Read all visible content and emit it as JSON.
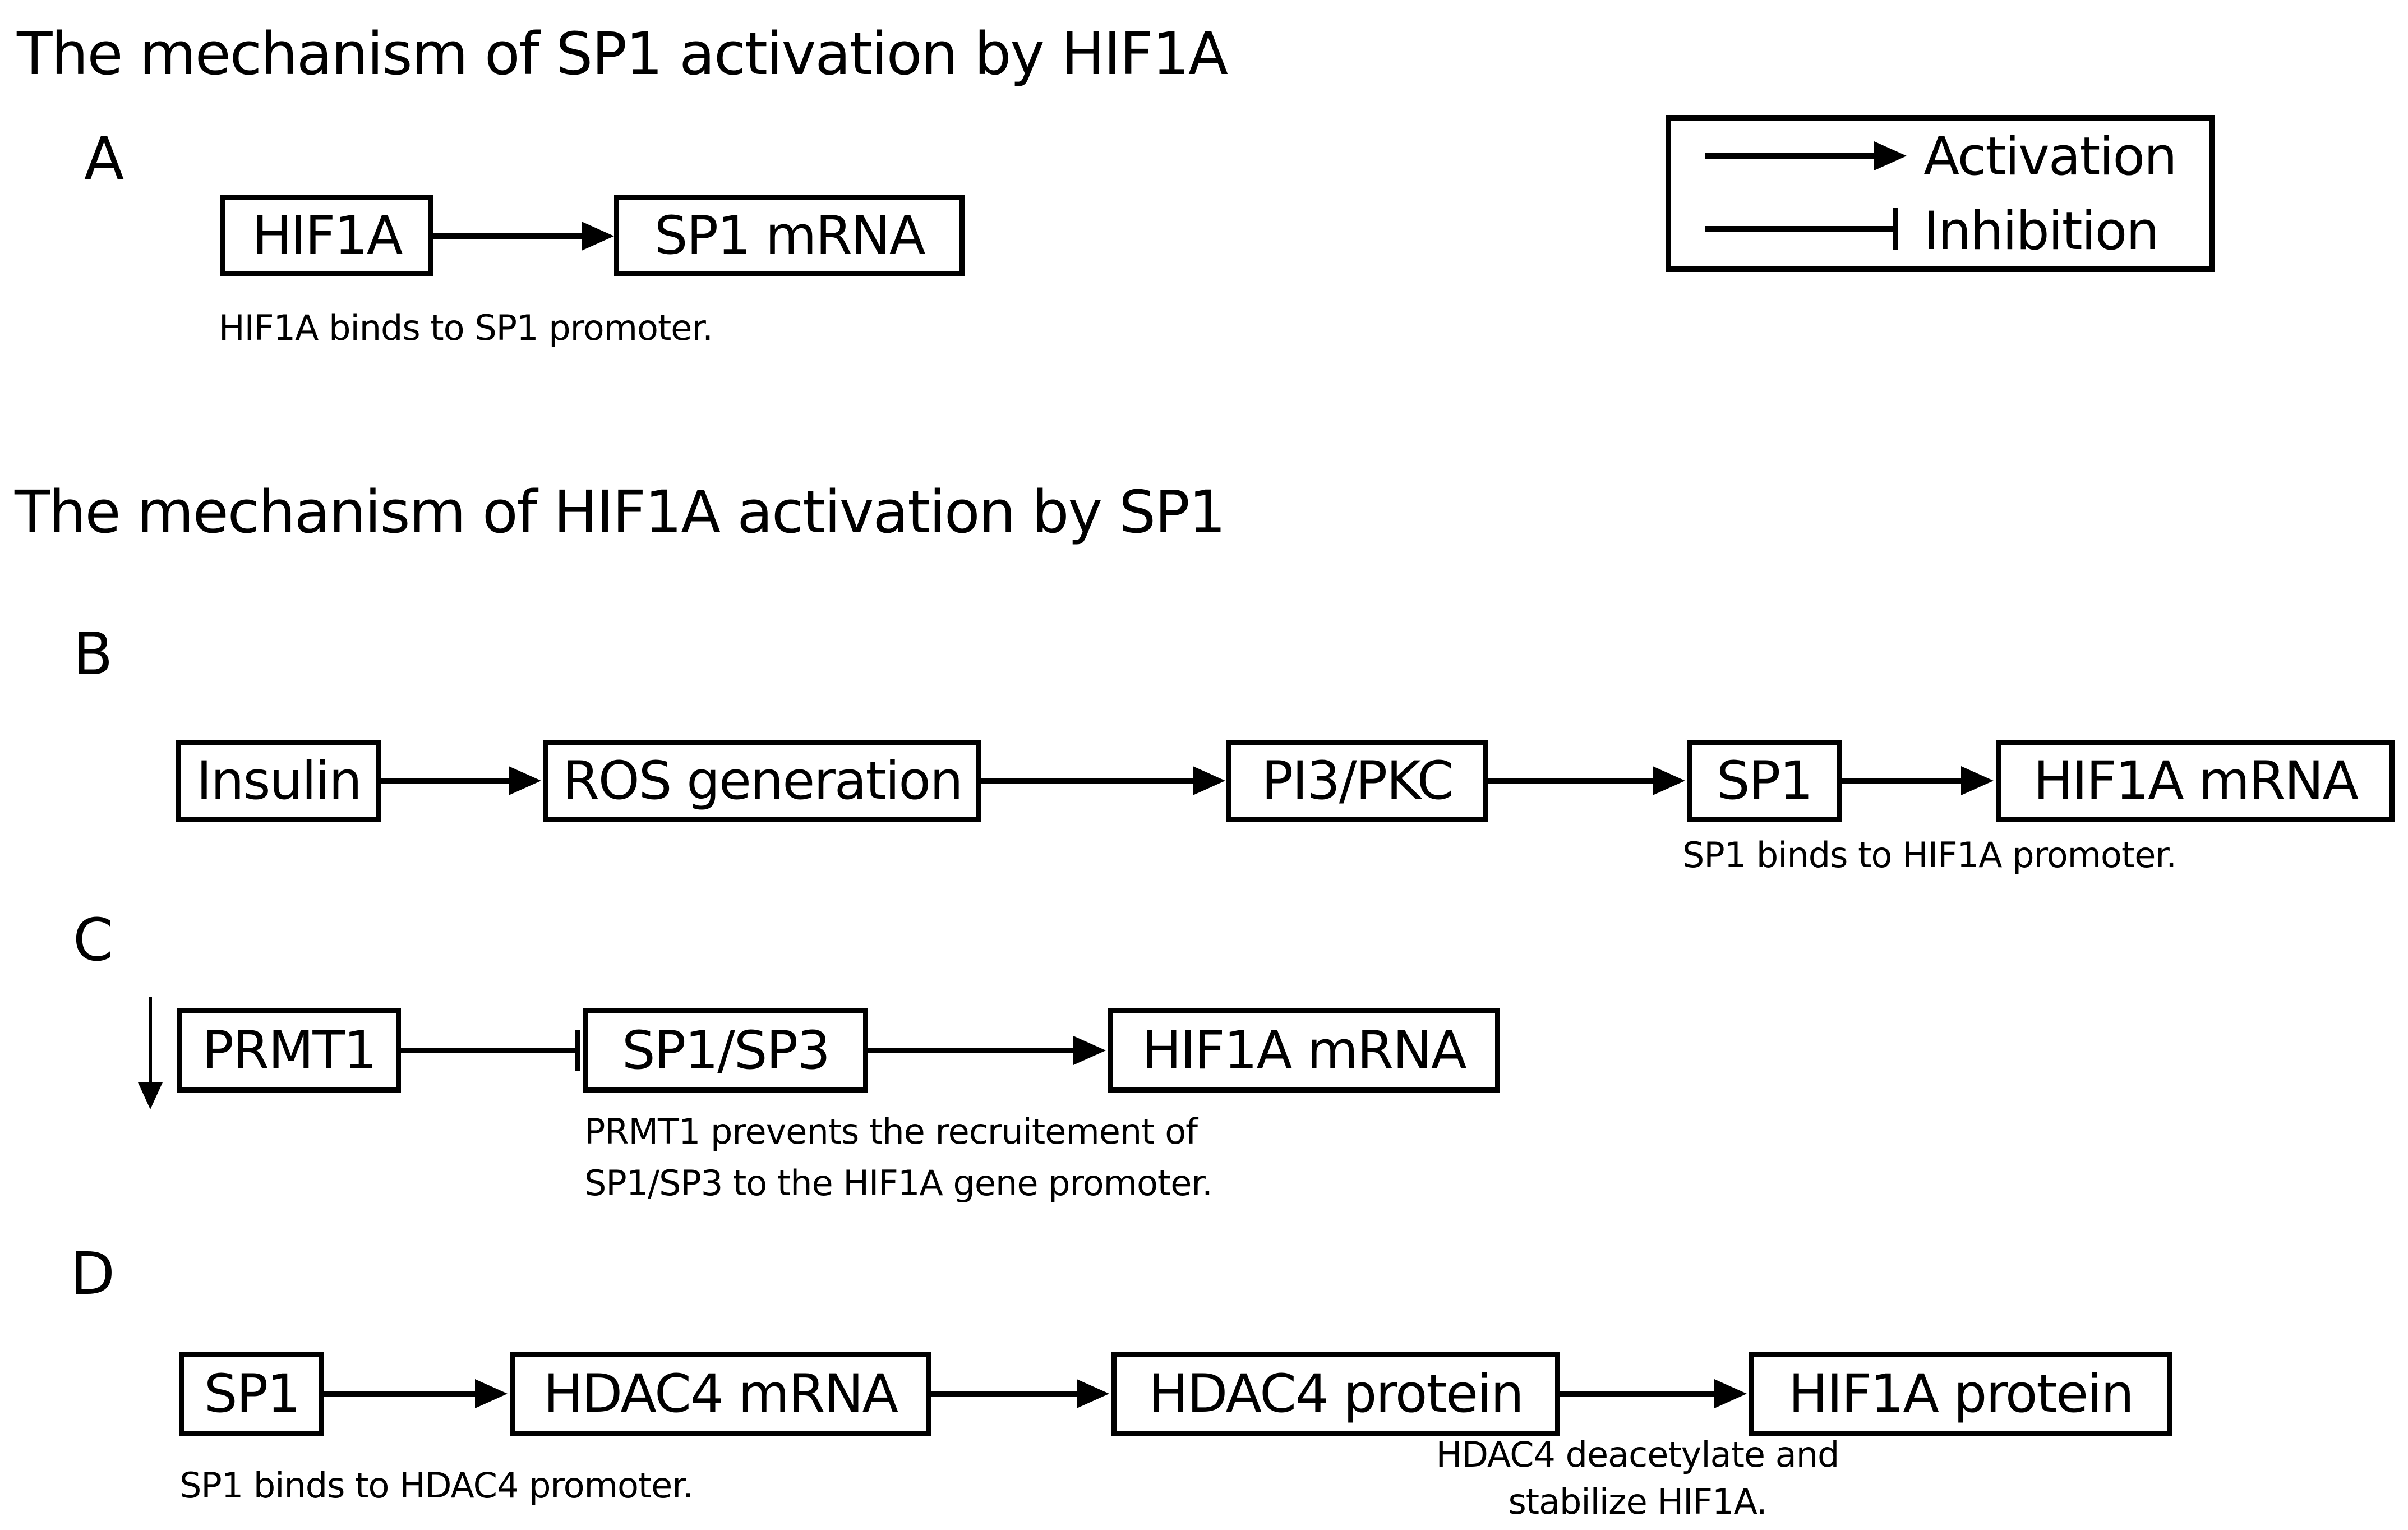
{
  "colors": {
    "ink": "#000000",
    "background": "#ffffff"
  },
  "titles": {
    "section1": "The mechanism of SP1 activation by HIF1A",
    "section2": "The mechanism of HIF1A activation by SP1"
  },
  "legend": {
    "activation_label": "Activation",
    "inhibition_label": "Inhibition"
  },
  "panels": {
    "a": {
      "label": "A",
      "nodes": [
        "HIF1A",
        "SP1 mRNA"
      ],
      "caption": "HIF1A binds to SP1 promoter."
    },
    "b": {
      "label": "B",
      "nodes": [
        "Insulin",
        "ROS generation",
        "PI3/PKC",
        "SP1",
        "HIF1A mRNA"
      ],
      "caption": "SP1 binds to HIF1A promoter."
    },
    "c": {
      "label": "C",
      "nodes": [
        "PRMT1",
        "SP1/SP3",
        "HIF1A mRNA"
      ],
      "caption_line1": "PRMT1 prevents the recruitement of",
      "caption_line2": "SP1/SP3 to the HIF1A gene promoter."
    },
    "d": {
      "label": "D",
      "nodes": [
        "SP1",
        "HDAC4 mRNA",
        "HDAC4 protein",
        "HIF1A protein"
      ],
      "caption1": "SP1 binds to HDAC4 promoter.",
      "caption2_line1": "HDAC4 deacetylate and",
      "caption2_line2": "stabilize HIF1A."
    }
  }
}
